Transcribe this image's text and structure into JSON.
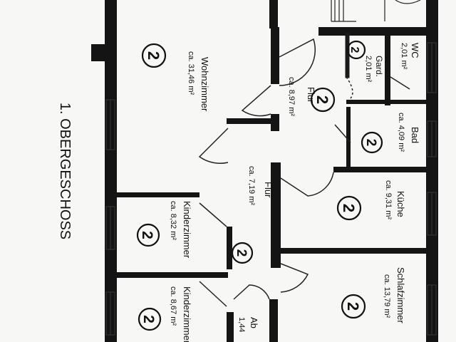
{
  "floor_title": "1. OBERGESCHOSS",
  "rooms": [
    {
      "id": "wohnzimmer",
      "name": "Wohnzimmer",
      "area": "ca. 31,46 m²",
      "marker": "2"
    },
    {
      "id": "wc",
      "name": "WC",
      "area": "2,01 m²",
      "marker": "2"
    },
    {
      "id": "garderobe",
      "name": "Gard.",
      "area": "2,01 m²",
      "marker": "2"
    },
    {
      "id": "flur-oben",
      "name": "Flur",
      "area": "ca. 8,97 m²",
      "marker": "2"
    },
    {
      "id": "bad",
      "name": "Bad",
      "area": "ca. 4,09 m²",
      "marker": "2"
    },
    {
      "id": "flur-mitte",
      "name": "Flur",
      "area": "ca. 7,19 m²",
      "marker": "2"
    },
    {
      "id": "kueche",
      "name": "Küche",
      "area": "ca. 9,31 m²",
      "marker": "2"
    },
    {
      "id": "kinderzimmer1",
      "name": "Kinderzimmer",
      "area": "ca. 8,32 m²",
      "marker": "2"
    },
    {
      "id": "kinderzimmer2",
      "name": "Kinderzimmer",
      "area": "ca. 8,67 m²",
      "marker": "2"
    },
    {
      "id": "schlafzimmer",
      "name": "Schlafzimmer",
      "area": "ca. 13,79 m²",
      "marker": "2"
    },
    {
      "id": "abstell",
      "name": "Ab",
      "area": "1,44",
      "marker": ""
    }
  ]
}
